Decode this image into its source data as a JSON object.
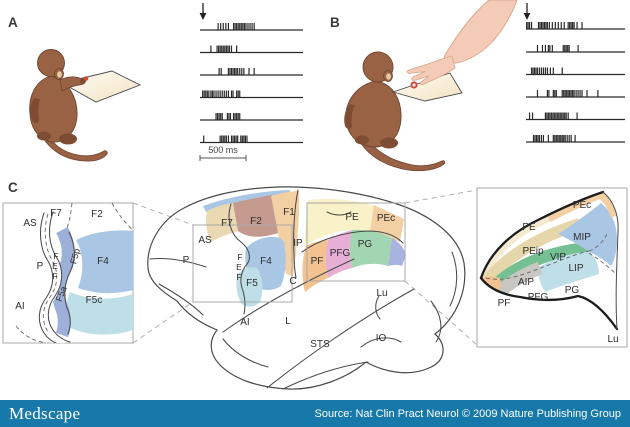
{
  "panels": {
    "a": "A",
    "b": "B",
    "c": "C"
  },
  "raster_a": {
    "scale_bar": "500 ms",
    "rows": [
      [
        17,
        19.5,
        22,
        24.5,
        27,
        32,
        33.5,
        35,
        36.5,
        38,
        39.5,
        41,
        42.5,
        44,
        46,
        48,
        50,
        52
      ],
      [
        10,
        16,
        17.5,
        19,
        20.5,
        22,
        23.5,
        25,
        26.5,
        28,
        30,
        35
      ],
      [
        18,
        20,
        27,
        28.5,
        30,
        31.5,
        33,
        34.5,
        36,
        38,
        40,
        42,
        47,
        52
      ],
      [
        2,
        3.5,
        5,
        6.5,
        8,
        10,
        11.5,
        13,
        15,
        17,
        19,
        21,
        23,
        25,
        27,
        30,
        31.5,
        35,
        36.5,
        38
      ],
      [
        15,
        16.5,
        18,
        19.5,
        21,
        26,
        27.5,
        29,
        32,
        33.5,
        35,
        36.5,
        38
      ],
      [
        3,
        19,
        20.5,
        22,
        23.5,
        25,
        27,
        30,
        31.5,
        33,
        34.5,
        36,
        39,
        40.5,
        42,
        43.5,
        45
      ]
    ]
  },
  "raster_b": {
    "rows": [
      [
        0,
        1.5,
        3,
        5,
        12,
        13.5,
        15,
        16.5,
        18,
        19.5,
        21,
        23,
        26,
        29,
        32,
        35,
        38,
        42,
        43.5,
        45,
        46.5,
        48,
        51,
        56
      ],
      [
        11,
        16,
        19,
        22,
        23.5,
        26,
        37,
        38.5,
        40,
        41.5,
        43,
        52
      ],
      [
        5,
        6.5,
        8,
        9.5,
        11,
        13,
        15,
        17,
        19,
        21,
        24,
        27,
        36
      ],
      [
        11,
        21,
        22.5,
        27,
        28.5,
        30,
        36,
        37.5,
        39,
        40.5,
        42,
        43.5,
        45,
        46.5,
        48,
        50,
        52,
        54,
        56,
        61,
        72
      ],
      [
        3,
        6,
        19,
        20.5,
        22,
        23.5,
        25,
        26.5,
        28,
        29.5,
        31,
        32.5,
        34,
        35.5,
        37,
        38.5,
        40,
        42,
        51
      ],
      [
        7,
        8.5,
        10,
        11.5,
        13,
        15,
        17,
        22,
        27,
        28.5,
        30,
        31.5,
        33,
        34.5,
        36,
        37.5,
        39,
        41,
        43,
        45,
        49
      ]
    ]
  },
  "left_inset": {
    "labels": {
      "AS": "AS",
      "F7": "F7",
      "F2": "F2",
      "P": "P",
      "fef": [
        "F",
        "E",
        "F"
      ],
      "F5p": "F5p",
      "F5a": "F5a",
      "F4": "F4",
      "F5c": "F5c",
      "AI": "AI"
    }
  },
  "brain": {
    "labels": {
      "AS": "AS",
      "P": "P",
      "F7": "F7",
      "F2": "F2",
      "F1": "F1",
      "IP": "IP",
      "fef": [
        "F",
        "E",
        "F"
      ],
      "F4": "F4",
      "F5": "F5",
      "C": "C",
      "AI": "AI",
      "L": "L",
      "STS": "STS",
      "Lu": "Lu",
      "IO": "IO",
      "PE": "PE",
      "PEc": "PEc",
      "PG": "PG",
      "PFG": "PFG",
      "PF": "PF"
    }
  },
  "right_inset": {
    "labels": {
      "PEc": "PEc",
      "PE": "PE",
      "MIP": "MIP",
      "PEip": "PEip",
      "VIP": "VIP",
      "LIP": "LIP",
      "AIP": "AIP",
      "PG": "PG",
      "PFG": "PFG",
      "PF": "PF",
      "Lu": "Lu"
    }
  },
  "colors": {
    "blue": "#a9c7e5",
    "band_blue": "#9cb0da",
    "cyan": "#bedfe7",
    "cream": "#ead9b3",
    "mauve": "#c49a8f",
    "peach": "#f3cfa4",
    "pale_yellow": "#f9f1c8",
    "orange": "#f3c291",
    "pink": "#e7afd6",
    "green": "#a2d5b2",
    "vip_green": "#74c092",
    "tan": "#e6d7ab",
    "gray": "#c8c7c2",
    "indigo": "#a8b3df",
    "pe_cream": "#f4ead0",
    "monkey": "#9a6245",
    "monkey_dark": "#7e4c33",
    "monkey_stroke": "#6f4530",
    "ear_cream": "#e3cba3",
    "skin": "#f4cbb6",
    "skin_stroke": "#d9a489",
    "object_red": "#cf4a33",
    "footer_blue": "#1779a9"
  },
  "footer": {
    "logo": "Medscape",
    "source": "Source: Nat Clin Pract Neurol © 2009 Nature Publishing Group"
  }
}
